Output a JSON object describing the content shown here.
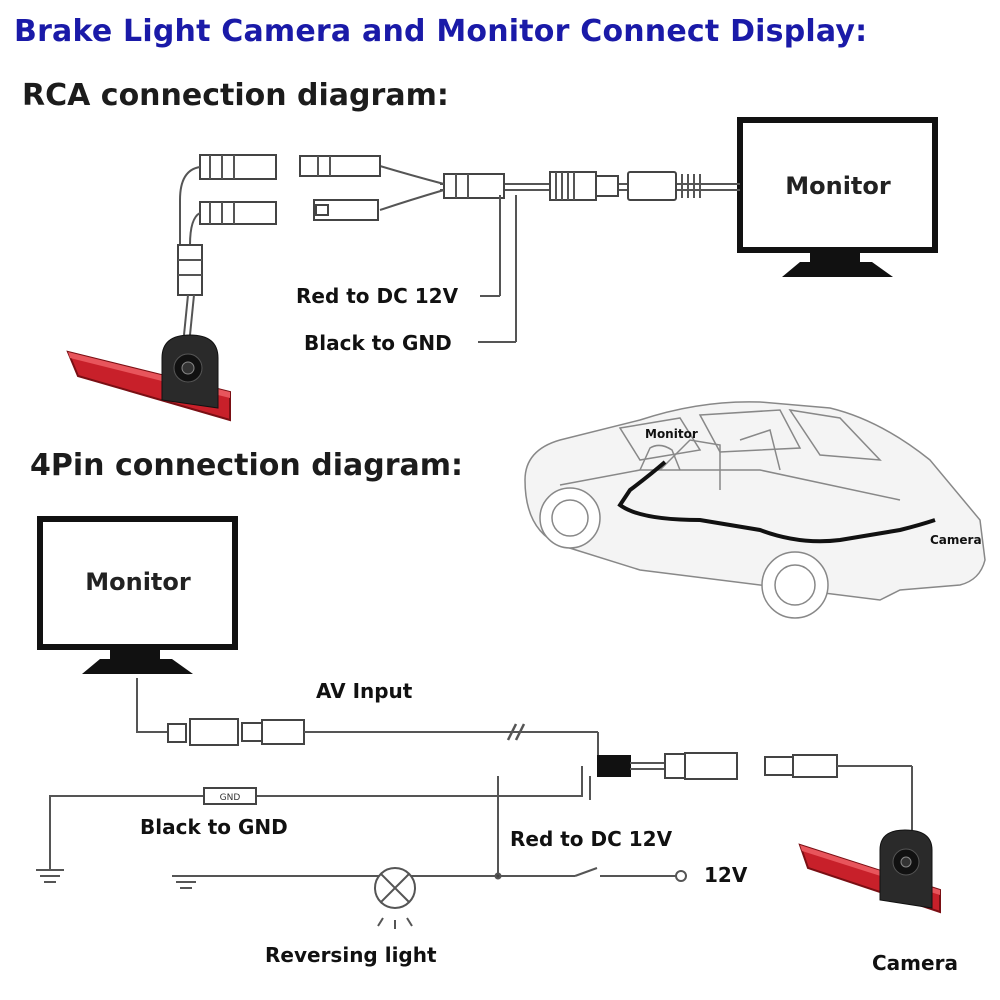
{
  "header": {
    "title": "Brake Light Camera and Monitor Connect Display:"
  },
  "rca_section": {
    "title": "RCA  connection diagram:",
    "monitor_label": "Monitor",
    "red_wire_label": "Red to DC 12V",
    "black_wire_label": "Black to GND"
  },
  "vehicle": {
    "monitor_label": "Monitor",
    "camera_label": "Camera"
  },
  "pin4_section": {
    "title": "4Pin connection diagram:",
    "monitor_label": "Monitor",
    "av_input_label": "AV Input",
    "gnd_tag": "GND",
    "black_wire_label": "Black to GND",
    "red_wire_label": "Red to DC 12V",
    "voltage_label": "12V",
    "reversing_light_label": "Reversing light",
    "camera_label": "Camera"
  },
  "colors": {
    "title": "#1a1aa8",
    "light_bar": "#c8202a",
    "camera_body": "#2a2a2a",
    "wire": "#555555"
  }
}
